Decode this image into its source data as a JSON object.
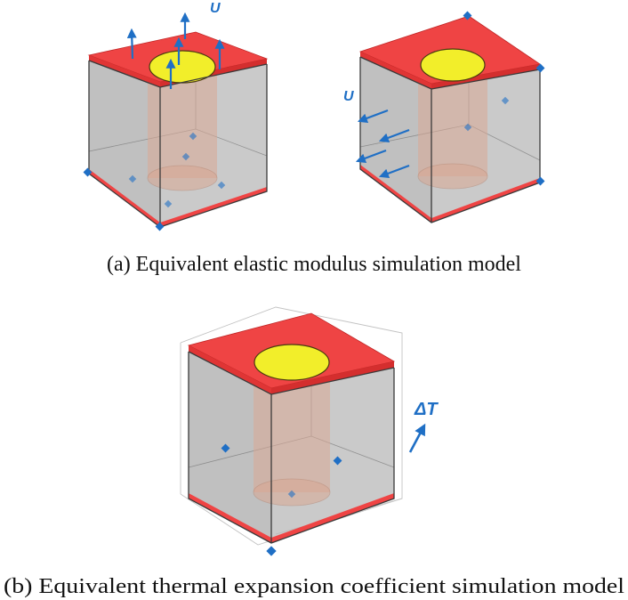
{
  "figure": {
    "panel_a": {
      "caption": "(a) Equivalent elastic modulus simulation model",
      "label_u_left": "U",
      "label_u_right": "U"
    },
    "panel_b": {
      "caption": "(b) Equivalent thermal expansion coefficient simulation model",
      "label_delta_t": "ΔT"
    },
    "colors": {
      "plate": "#ef4444",
      "plate_edge": "#c02626",
      "body": "#a8a8a8",
      "hole": "#f2ee2a",
      "fiber": "#d9a893",
      "arrow": "#1f6fc5"
    }
  }
}
